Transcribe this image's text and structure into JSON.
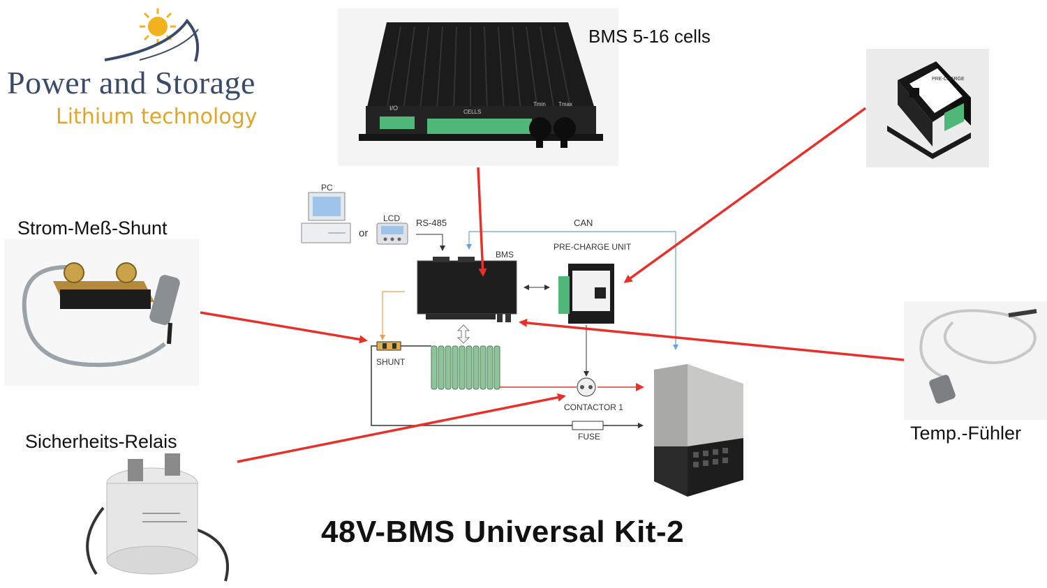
{
  "brand": {
    "name": "Power and Storage",
    "tagline": "Lithium technology"
  },
  "callouts": {
    "bms": "BMS 5-16 cells",
    "shunt": "Strom-Meß-Shunt",
    "relay": "Sicherheits-Relais",
    "temp_sensor": "Temp.-Fühler"
  },
  "schematic": {
    "pc": "PC",
    "lcd": "LCD",
    "or": "or",
    "rs485": "RS-485",
    "can": "CAN",
    "bms": "BMS",
    "precharge_unit": "PRE-CHARGE UNIT",
    "shunt": "SHUNT",
    "contactor": "CONTACTOR 1",
    "fuse": "FUSE"
  },
  "device_markings": {
    "io": "I/O",
    "cells": "CELLS",
    "tmin": "Tmin",
    "tmax": "Tmax",
    "precharge": "PRE-CHARGE"
  },
  "title": "48V-BMS Universal Kit-2",
  "colors": {
    "arrow": "#e8302a",
    "brand_blue": "#3a4a6b",
    "brand_gold": "#e0a62a",
    "wire_blue": "#6aa2d8",
    "wire_orange": "#e8a050",
    "cell_green": "#8fc49a"
  }
}
